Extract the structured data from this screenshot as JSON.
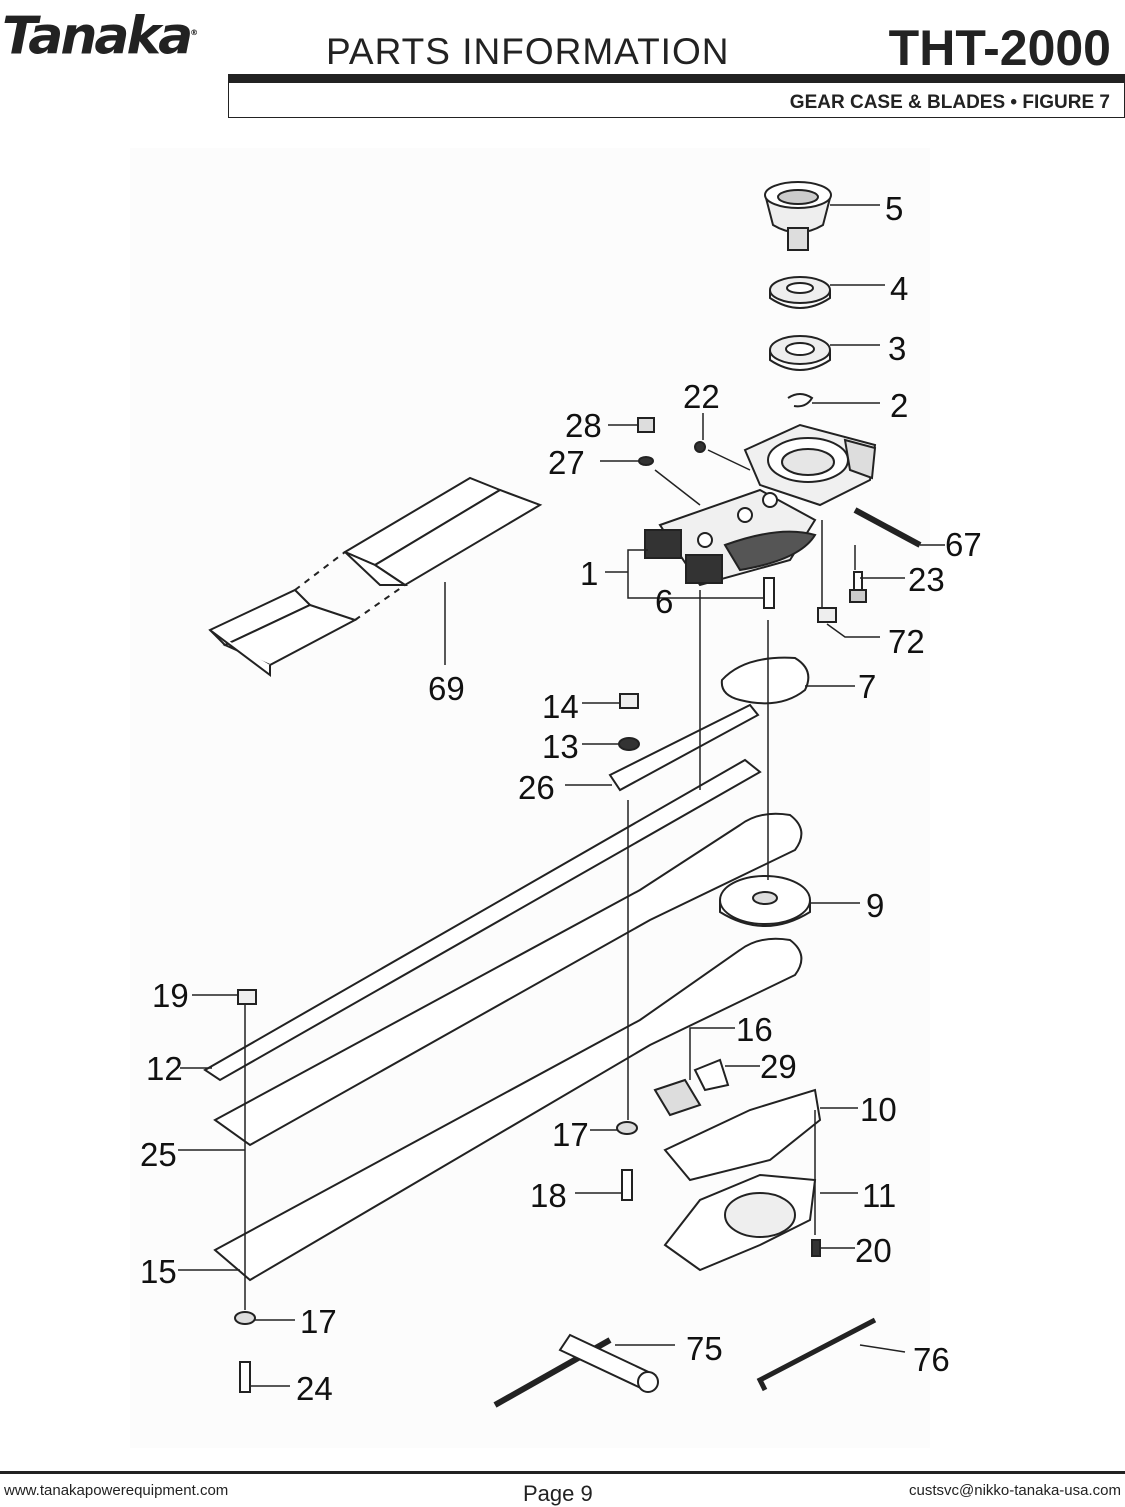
{
  "header": {
    "brand": "Tanaka",
    "title": "PARTS INFORMATION",
    "model": "THT-2000",
    "subtitle": "GEAR CASE & BLADES  •  FIGURE 7"
  },
  "callouts": {
    "c1": "1",
    "c2": "2",
    "c3": "3",
    "c4": "4",
    "c5": "5",
    "c6": "6",
    "c7": "7",
    "c9": "9",
    "c10": "10",
    "c11": "11",
    "c12": "12",
    "c13": "13",
    "c14": "14",
    "c15": "15",
    "c16": "16",
    "c17a": "17",
    "c17b": "17",
    "c18": "18",
    "c19": "19",
    "c20": "20",
    "c22": "22",
    "c23": "23",
    "c24": "24",
    "c25": "25",
    "c26": "26",
    "c27": "27",
    "c28": "28",
    "c29": "29",
    "c67": "67",
    "c69": "69",
    "c72": "72",
    "c75": "75",
    "c76": "76"
  },
  "footer": {
    "website": "www.tanakapowerequipment.com",
    "page": "Page 9",
    "email": "custsvc@nikko-tanaka-usa.com"
  }
}
